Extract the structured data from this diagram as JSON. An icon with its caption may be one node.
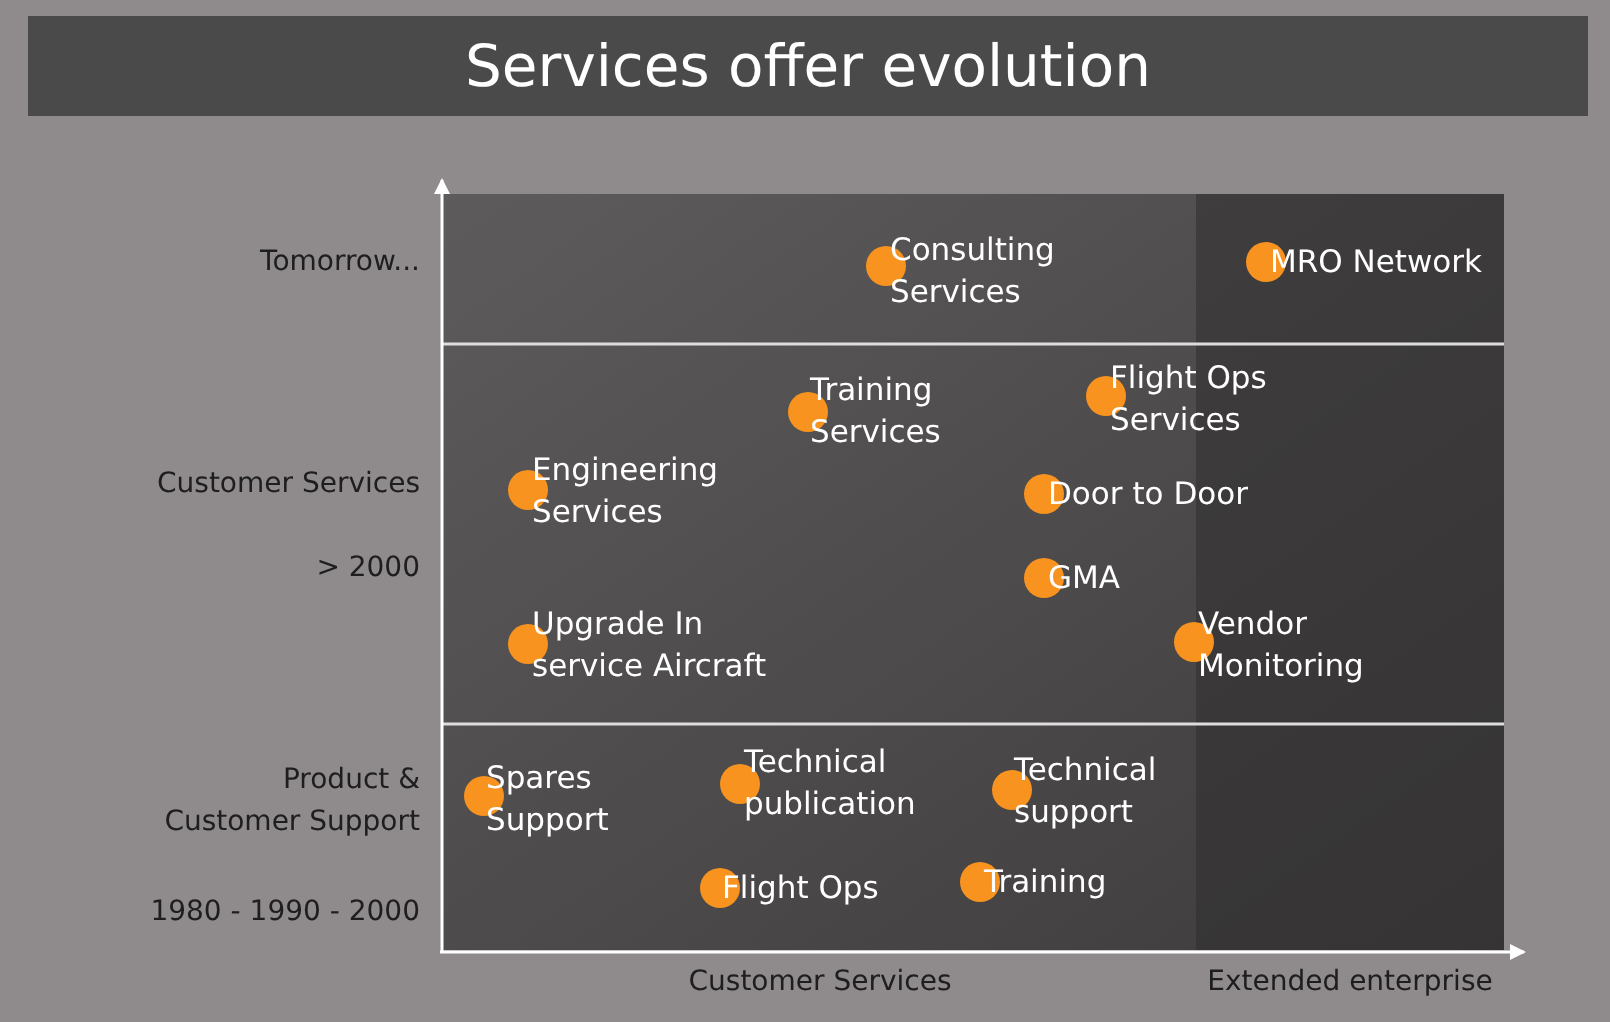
{
  "diagram": {
    "title": "Services offer evolution",
    "nodes": [
      {
        "text": [
          "Consulting Services"
        ]
      },
      {
        "text": [
          "MRO Network"
        ]
      },
      {
        "text": [
          "Training Services"
        ]
      },
      {
        "text": [
          "Flight Ops Services"
        ]
      },
      {
        "text": [
          "Engineering Services"
        ]
      },
      {
        "text": [
          "Door to Door"
        ]
      },
      {
        "text": [
          "GMA"
        ]
      },
      {
        "text": [
          "Upgrade In service Aircraft"
        ]
      },
      {
        "text": [
          "Vendor Monitoring"
        ]
      },
      {
        "text": [
          "Spares Support"
        ]
      },
      {
        "text": [
          "Technical publication"
        ]
      },
      {
        "text": [
          "Technical support"
        ]
      },
      {
        "text": [
          "Flight Ops"
        ]
      },
      {
        "text": [
          "Training"
        ]
      }
    ],
    "edges": [],
    "labels": [
      "Tomorrow...",
      "Customer Services",
      "> 2000",
      "Product & Customer Support",
      "1980 - 1990 - 2000",
      "Customer Services",
      "Extended enterprise"
    ]
  }
}
